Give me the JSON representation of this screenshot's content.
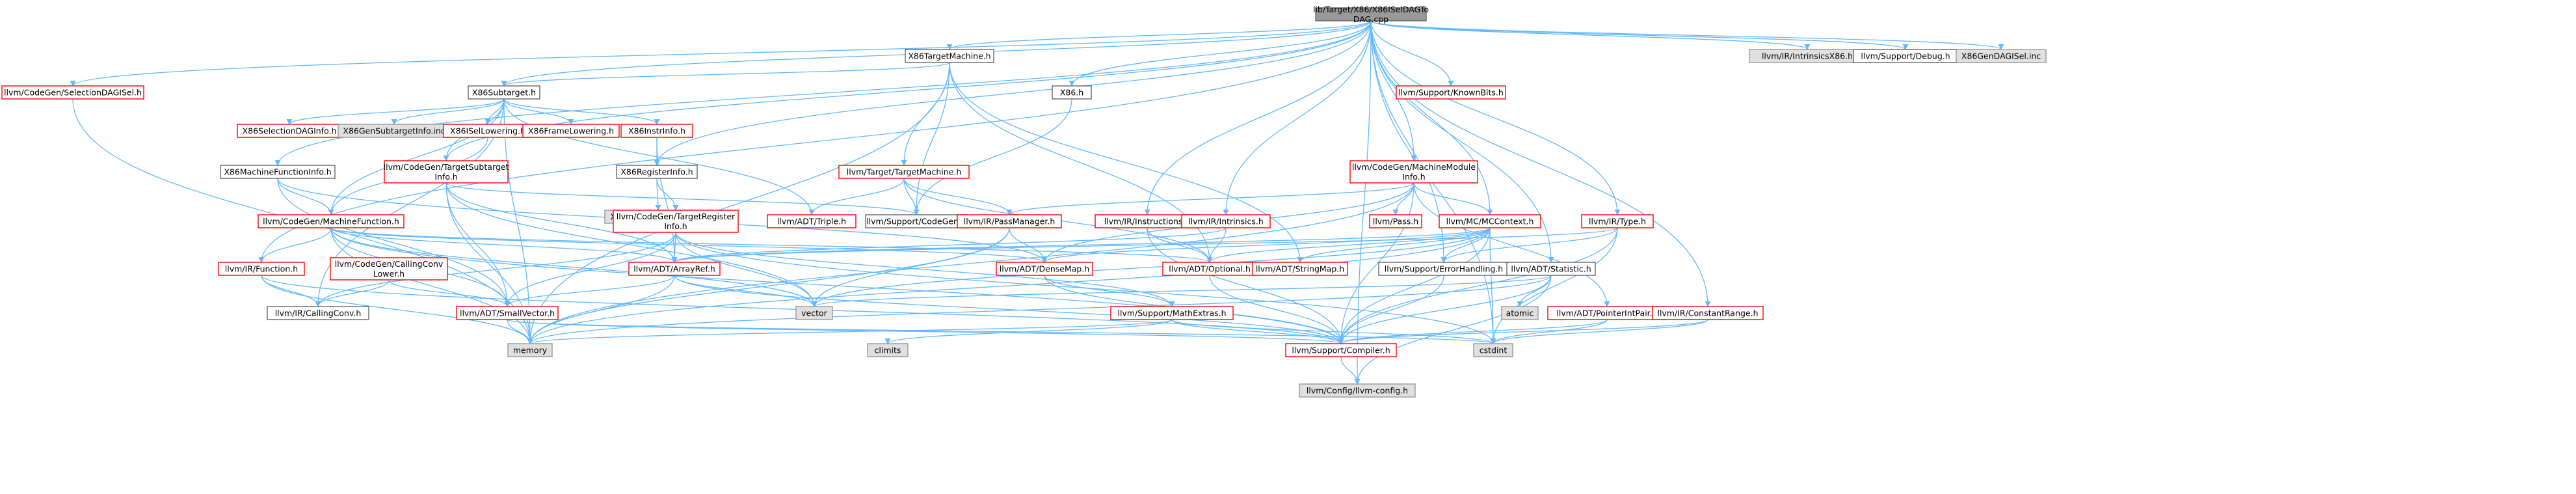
{
  "colors": {
    "edge": "#63b8ff",
    "node_red_border": "#ff0000",
    "node_black_border": "#666666",
    "node_gray_fill": "#e0e0e0",
    "root_fill": "#999999"
  },
  "nodes": [
    {
      "id": "root",
      "lines": [
        "lib/Target/X86/X86ISelDAGTo",
        "DAG.cpp"
      ],
      "style": "root"
    },
    {
      "id": "intrinsicsx86",
      "lines": [
        "llvm/IR/IntrinsicsX86.h"
      ],
      "style": "gray"
    },
    {
      "id": "debug",
      "lines": [
        "llvm/Support/Debug.h"
      ],
      "style": "black"
    },
    {
      "id": "x86gendagisel",
      "lines": [
        "X86GenDAGISel.inc"
      ],
      "style": "gray"
    },
    {
      "id": "selectiondagisel",
      "lines": [
        "llvm/CodeGen/SelectionDAGISel.h"
      ],
      "style": "red"
    },
    {
      "id": "x86targetmachine",
      "lines": [
        "X86TargetMachine.h"
      ],
      "style": "black"
    },
    {
      "id": "knownbits",
      "lines": [
        "llvm/Support/KnownBits.h"
      ],
      "style": "red"
    },
    {
      "id": "x86subtarget",
      "lines": [
        "X86Subtarget.h"
      ],
      "style": "black"
    },
    {
      "id": "x86h",
      "lines": [
        "X86.h"
      ],
      "style": "black"
    },
    {
      "id": "x86selectiondaginfo",
      "lines": [
        "X86SelectionDAGInfo.h"
      ],
      "style": "red"
    },
    {
      "id": "x86gensubtargetinfo",
      "lines": [
        "X86GenSubtargetInfo.inc"
      ],
      "style": "gray"
    },
    {
      "id": "x86isellowering",
      "lines": [
        "X86ISelLowering.h"
      ],
      "style": "red"
    },
    {
      "id": "x86framelowering",
      "lines": [
        "X86FrameLowering.h"
      ],
      "style": "red"
    },
    {
      "id": "x86instrinfo",
      "lines": [
        "X86InstrInfo.h"
      ],
      "style": "red"
    },
    {
      "id": "x86machinefunctioninfo",
      "lines": [
        "X86MachineFunctionInfo.h"
      ],
      "style": "black"
    },
    {
      "id": "targetsubtargetinfo",
      "lines": [
        "llvm/CodeGen/TargetSubtarget",
        "Info.h"
      ],
      "style": "red"
    },
    {
      "id": "x86registerinfo",
      "lines": [
        "X86RegisterInfo.h"
      ],
      "style": "black"
    },
    {
      "id": "targetmachine",
      "lines": [
        "llvm/Target/TargetMachine.h"
      ],
      "style": "red"
    },
    {
      "id": "machinemoduleinfo",
      "lines": [
        "llvm/CodeGen/MachineModule",
        "Info.h"
      ],
      "style": "red"
    },
    {
      "id": "x86genregisterinfo",
      "lines": [
        "X86GenRegisterInfo.inc"
      ],
      "style": "gray"
    },
    {
      "id": "machinefunction",
      "lines": [
        "llvm/CodeGen/MachineFunction.h"
      ],
      "style": "red"
    },
    {
      "id": "targetregisterinfo",
      "lines": [
        "llvm/CodeGen/TargetRegister",
        "Info.h"
      ],
      "style": "red"
    },
    {
      "id": "triple",
      "lines": [
        "llvm/ADT/Triple.h"
      ],
      "style": "red"
    },
    {
      "id": "codegen",
      "lines": [
        "llvm/Support/CodeGen.h"
      ],
      "style": "black"
    },
    {
      "id": "passmanager",
      "lines": [
        "llvm/IR/PassManager.h"
      ],
      "style": "red"
    },
    {
      "id": "instructions",
      "lines": [
        "llvm/IR/Instructions.h"
      ],
      "style": "red"
    },
    {
      "id": "intrinsics",
      "lines": [
        "llvm/IR/Intrinsics.h"
      ],
      "style": "red"
    },
    {
      "id": "pass",
      "lines": [
        "llvm/Pass.h"
      ],
      "style": "red"
    },
    {
      "id": "mccontext",
      "lines": [
        "llvm/MC/MCContext.h"
      ],
      "style": "red"
    },
    {
      "id": "type",
      "lines": [
        "llvm/IR/Type.h"
      ],
      "style": "red"
    },
    {
      "id": "function",
      "lines": [
        "llvm/IR/Function.h"
      ],
      "style": "red"
    },
    {
      "id": "callingconvlower",
      "lines": [
        "llvm/CodeGen/CallingConv",
        "Lower.h"
      ],
      "style": "red"
    },
    {
      "id": "arrayref",
      "lines": [
        "llvm/ADT/ArrayRef.h"
      ],
      "style": "red"
    },
    {
      "id": "densemap",
      "lines": [
        "llvm/ADT/DenseMap.h"
      ],
      "style": "red"
    },
    {
      "id": "optional",
      "lines": [
        "llvm/ADT/Optional.h"
      ],
      "style": "red"
    },
    {
      "id": "stringmap",
      "lines": [
        "llvm/ADT/StringMap.h"
      ],
      "style": "red"
    },
    {
      "id": "errorhandling",
      "lines": [
        "llvm/Support/ErrorHandling.h"
      ],
      "style": "black"
    },
    {
      "id": "statistic",
      "lines": [
        "llvm/ADT/Statistic.h"
      ],
      "style": "black"
    },
    {
      "id": "callingconv",
      "lines": [
        "llvm/IR/CallingConv.h"
      ],
      "style": "black"
    },
    {
      "id": "smallvector",
      "lines": [
        "llvm/ADT/SmallVector.h"
      ],
      "style": "red"
    },
    {
      "id": "vector",
      "lines": [
        "vector"
      ],
      "style": "gray"
    },
    {
      "id": "mathextras",
      "lines": [
        "llvm/Support/MathExtras.h"
      ],
      "style": "red"
    },
    {
      "id": "atomic",
      "lines": [
        "atomic"
      ],
      "style": "gray"
    },
    {
      "id": "pointerintpair",
      "lines": [
        "llvm/ADT/PointerIntPair.h"
      ],
      "style": "red"
    },
    {
      "id": "constantrange",
      "lines": [
        "llvm/IR/ConstantRange.h"
      ],
      "style": "red"
    },
    {
      "id": "memory",
      "lines": [
        "memory"
      ],
      "style": "gray"
    },
    {
      "id": "climits",
      "lines": [
        "climits"
      ],
      "style": "gray"
    },
    {
      "id": "compiler",
      "lines": [
        "llvm/Support/Compiler.h"
      ],
      "style": "red"
    },
    {
      "id": "cstdint",
      "lines": [
        "cstdint"
      ],
      "style": "gray"
    },
    {
      "id": "llvmconfig",
      "lines": [
        "llvm/Config/llvm-config.h"
      ],
      "style": "gray"
    }
  ]
}
